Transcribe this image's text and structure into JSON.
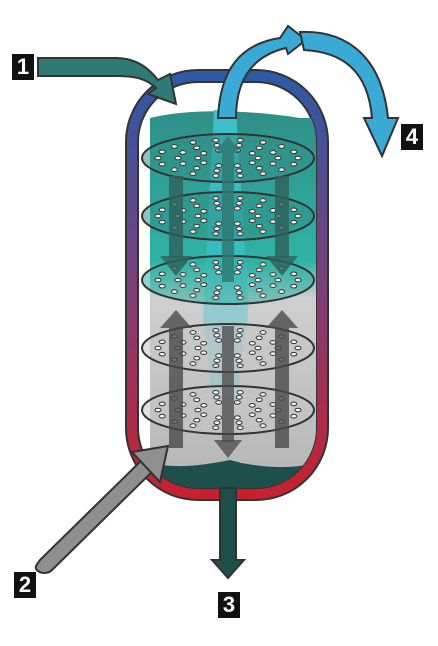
{
  "labels": {
    "inlet_top": "1",
    "inlet_bottom": "2",
    "outlet_bottom": "3",
    "outlet_top": "4"
  },
  "colors": {
    "shell_top": "#2b5aa6",
    "shell_bottom": "#c8202c",
    "light_liquid": "#2fb3a6",
    "light_liquid_dark": "#2f7a74",
    "heavy_liquid": "#bdbdbd",
    "heavy_liquid_dark": "#6b6b6b",
    "outlet_top_stream": "#3aa9d6",
    "outlet_bottom_stream": "#1f4f4a",
    "tag_background": "#111111"
  },
  "icons": [
    "arrow-right-icon",
    "arrow-down-icon",
    "arrow-up-icon"
  ]
}
